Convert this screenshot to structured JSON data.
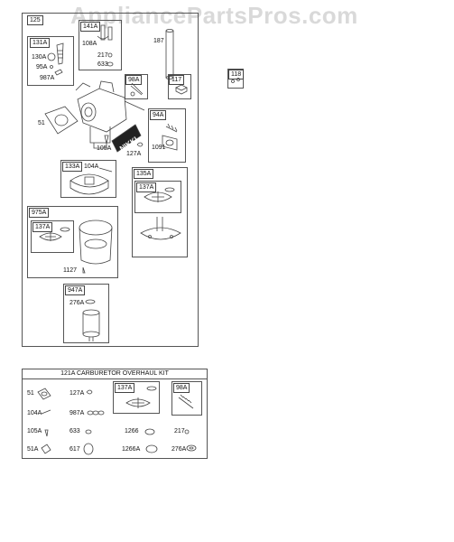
{
  "watermark": "AppliancePartsPros.com",
  "main_assembly": {
    "tag": "125",
    "boxes": {
      "b131A": {
        "tag": "131A",
        "labels": {
          "l130A": "130A",
          "l95A": "95A",
          "l987A": "987A"
        }
      },
      "b141A": {
        "tag": "141A",
        "labels": {
          "l108A": "108A",
          "l217": "217",
          "l633": "633"
        }
      },
      "b98A": {
        "tag": "98A"
      },
      "b117": {
        "tag": "117"
      },
      "b94A": {
        "tag": "94A",
        "labels": {
          "l1091": "1091"
        }
      },
      "b133A": {
        "tag": "133A",
        "labels": {
          "l104A": "104A"
        }
      },
      "b135A": {
        "tag": "135A",
        "inner_tag": "137A"
      },
      "b975A": {
        "tag": "975A",
        "inner_tag": "137A",
        "labels": {
          "l1127": "1127"
        }
      },
      "b947A": {
        "tag": "947A",
        "labels": {
          "l276A": "276A"
        }
      }
    },
    "loose_labels": {
      "l187": "187",
      "l51": "51",
      "l105A": "105A",
      "l127A": "127A"
    },
    "nikki_text": "NIKKI"
  },
  "b118": {
    "tag": "118"
  },
  "kit": {
    "title": "121A CARBURETOR OVERHAUL KIT",
    "inner_tags": {
      "t137A": "137A",
      "t98A": "98A"
    },
    "items": {
      "i51": "51",
      "i127A": "127A",
      "i104A": "104A",
      "i987A": "987A",
      "i105A": "105A",
      "i633": "633",
      "i1266": "1266",
      "i217": "217",
      "i51A": "51A",
      "i617": "617",
      "i1266A": "1266A",
      "i276A": "276A"
    }
  },
  "colors": {
    "line": "#444444",
    "watermark": "#d9d9d9"
  }
}
